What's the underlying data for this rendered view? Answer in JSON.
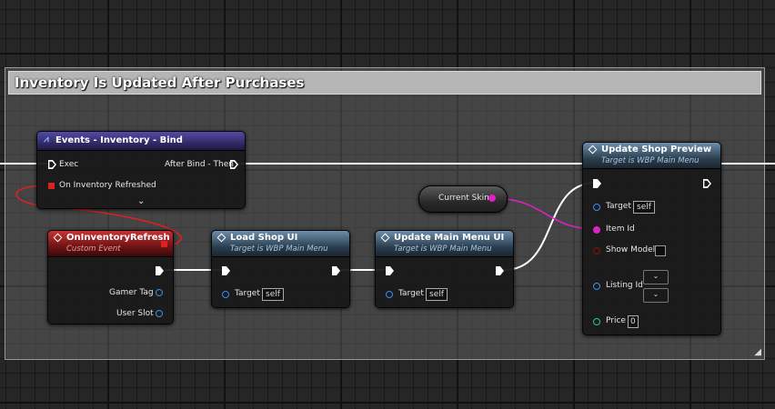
{
  "comment": {
    "title": "Inventory Is Updated After Purchases"
  },
  "nodes": {
    "bind": {
      "title": "Events - Inventory - Bind",
      "exec_in": "Exec",
      "exec_out": "After Bind - Then",
      "delegate": "On Inventory Refreshed",
      "expand_icon": "chevron-down-icon"
    },
    "custom_event": {
      "title": "OnInventoryRefresh",
      "subtitle": "Custom Event",
      "pins": [
        "Gamer Tag",
        "User Slot"
      ]
    },
    "load_shop": {
      "title": "Load Shop UI",
      "subtitle": "Target is WBP Main Menu",
      "target_label": "Target",
      "target_value": "self"
    },
    "update_menu": {
      "title": "Update Main Menu UI",
      "subtitle": "Target is WBP Main Menu",
      "target_label": "Target",
      "target_value": "self"
    },
    "current_skin": {
      "label": "Current Skin"
    },
    "update_preview": {
      "title": "Update Shop Preview",
      "subtitle": "Target is WBP Main Menu",
      "target_label": "Target",
      "target_value": "self",
      "item_id": "Item Id",
      "show_model": "Show Model",
      "listing_id": "Listing Id",
      "price": "Price",
      "price_value": "0"
    }
  },
  "colors": {
    "exec": "#ffffff",
    "object_pin": "#3b8ff0",
    "name_pin": "#e020c8",
    "bool_pin": "#8a0f0f",
    "int_pin": "#2fc98a",
    "delegate_pin": "#e02020"
  }
}
